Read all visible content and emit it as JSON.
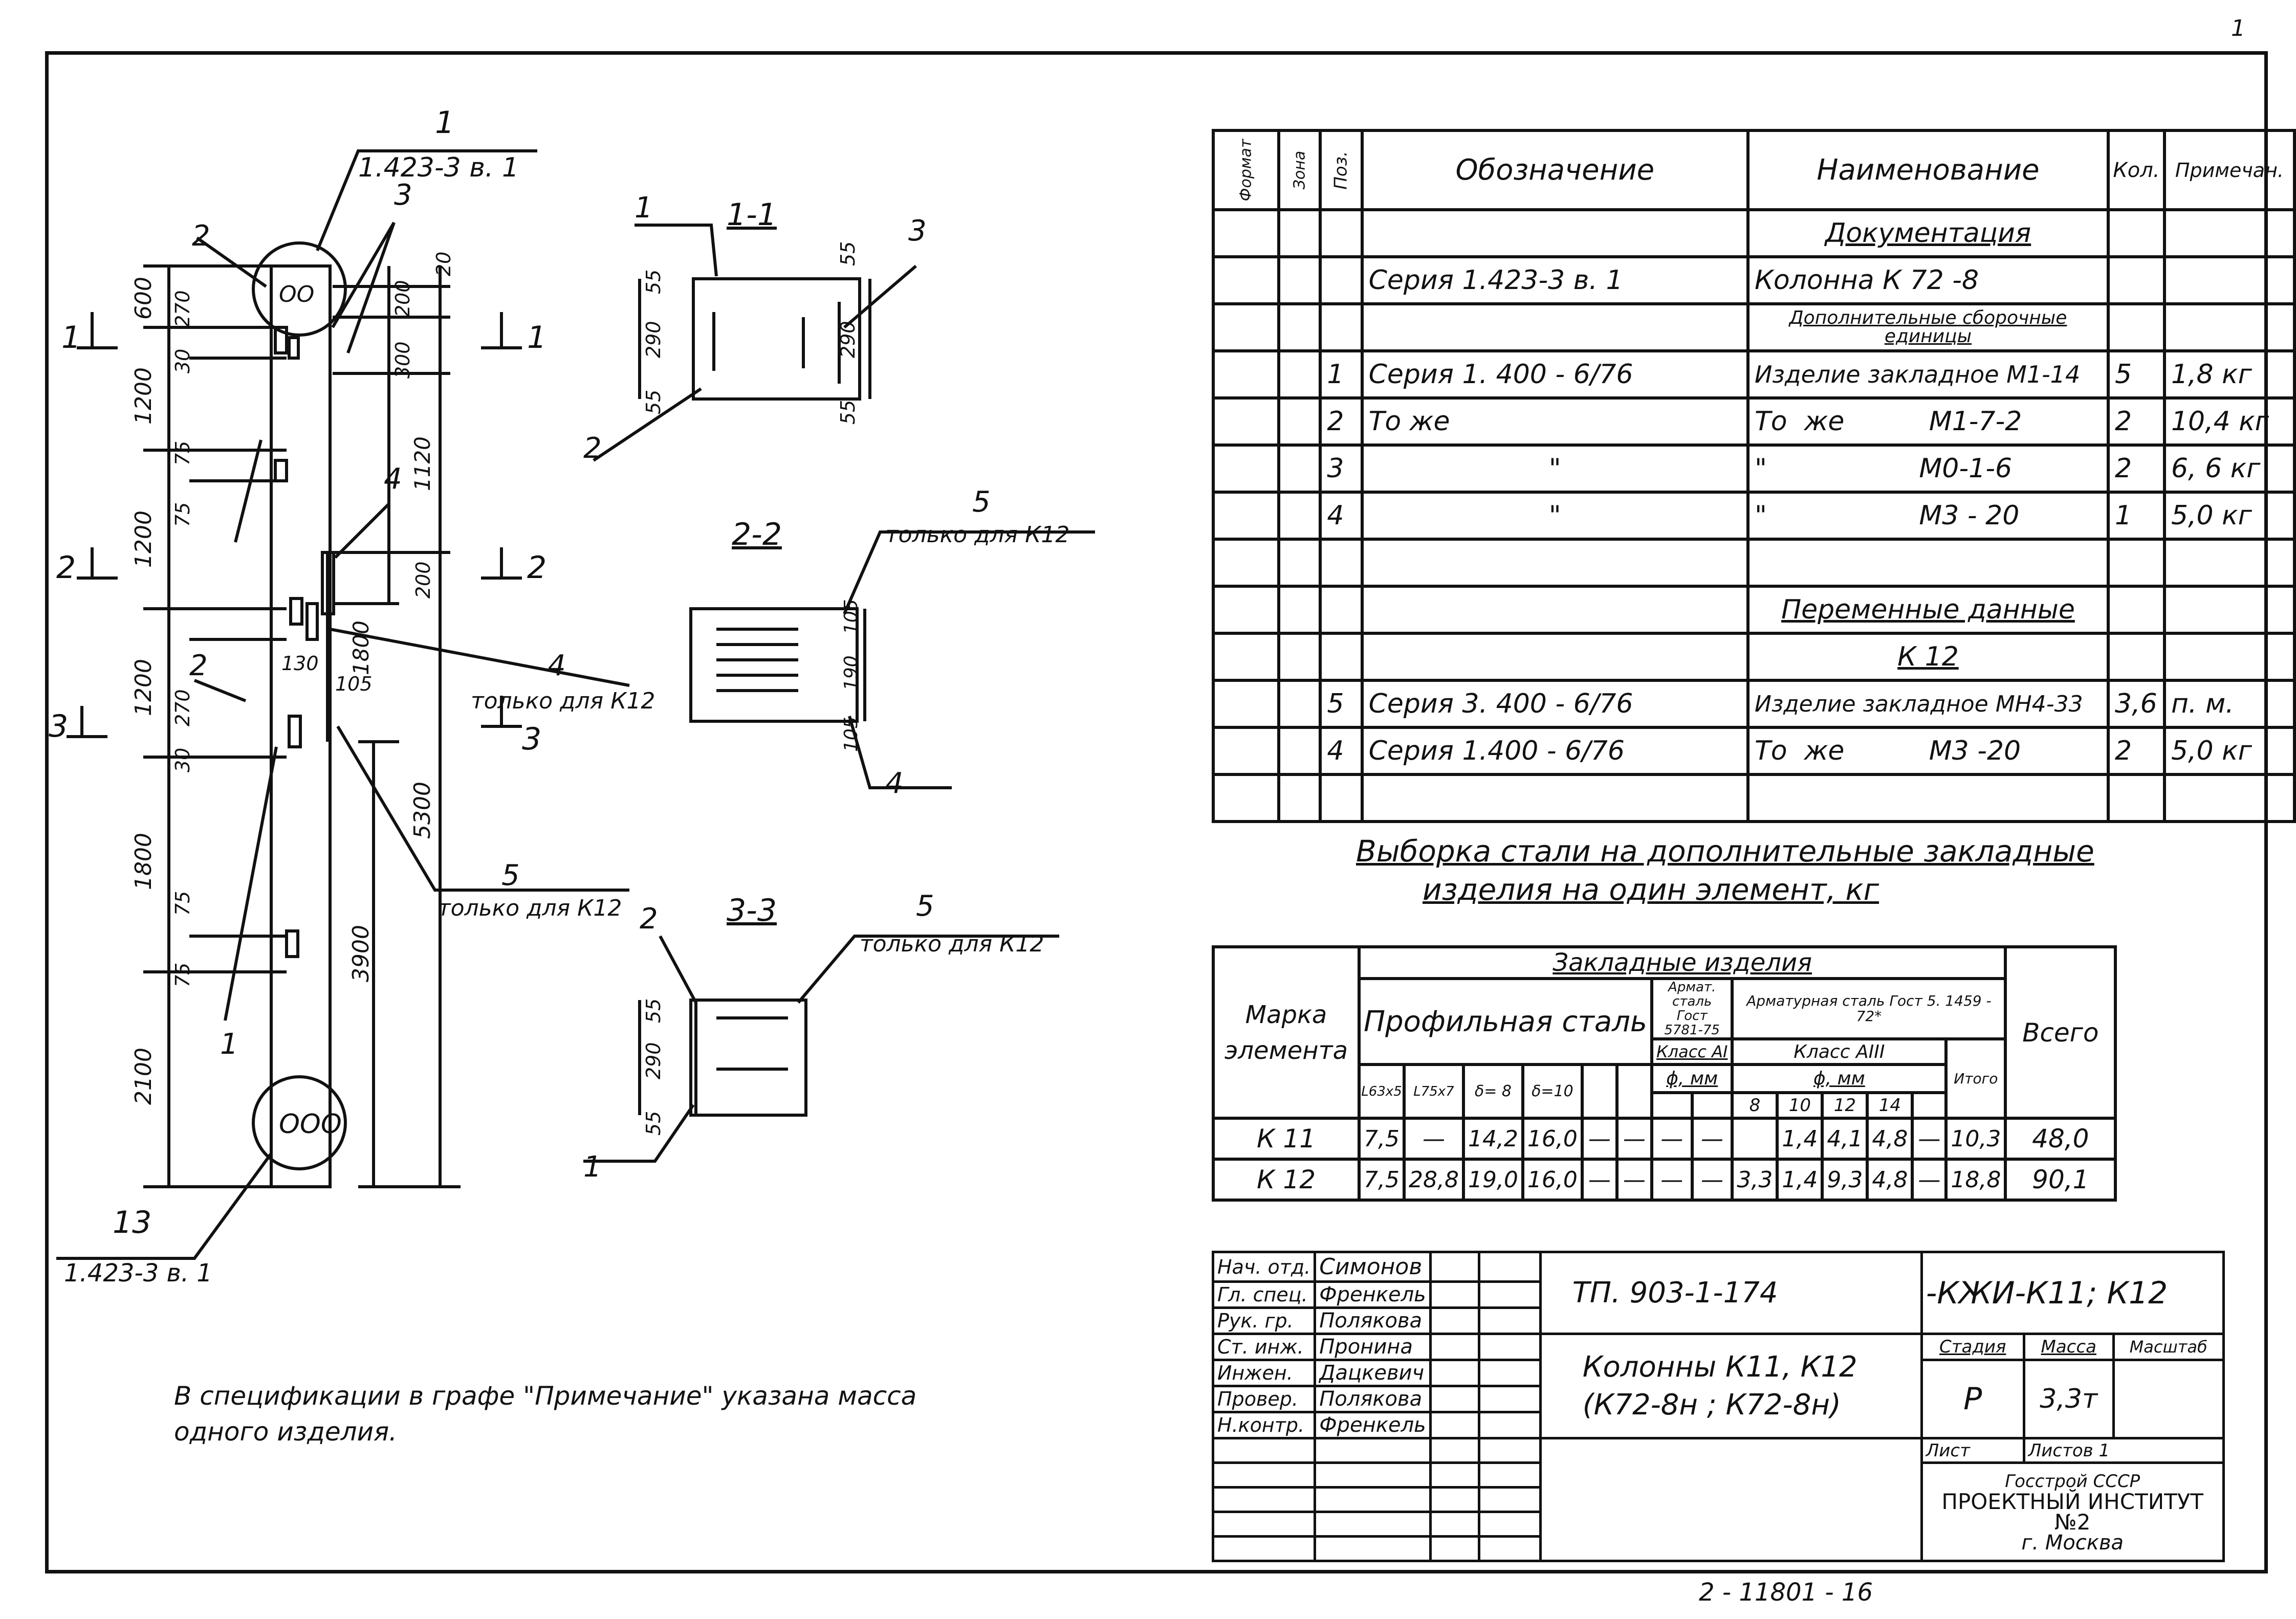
{
  "sheet": {
    "page_mark": "1"
  },
  "drawing": {
    "callout_1_num": "1",
    "callout_1_ref": "1.423-3  в. 1",
    "callout_13_num": "13",
    "callout_13_ref": "1.423-3 в. 1",
    "part_labels": {
      "p3": "3",
      "p2a": "2",
      "p2b": "2",
      "p1": "1",
      "p4": "4",
      "p5": "5"
    },
    "note_4_num": "4",
    "note_4_text": "только для К12",
    "note_5_num": "5",
    "note_5_text": "только для К12",
    "section_marks": [
      "1",
      "1",
      "2",
      "2",
      "3",
      "3"
    ],
    "dims_left": [
      "600",
      "1200",
      "1200",
      "1200",
      "1800",
      "2100"
    ],
    "dims_small": [
      "270",
      "30",
      "75",
      "75",
      "270",
      "30",
      "75",
      "75"
    ],
    "dims_right": [
      "20",
      "200",
      "300",
      "1120",
      "200",
      "1800",
      "5300",
      "3900"
    ],
    "dims_mid": [
      "130",
      "105"
    ],
    "sections": {
      "s11": {
        "title": "1-1",
        "label_top": "1",
        "label_right": "3",
        "label_bottom": "2",
        "d1": "55",
        "d2": "290",
        "d3": "55"
      },
      "s22": {
        "title": "2-2",
        "label_top": "5",
        "note": "только для К12",
        "label_bottom": "4",
        "d1": "105",
        "d2": "190",
        "d3": "105"
      },
      "s33": {
        "title": "3-3",
        "label_top": "5",
        "note": "только для К12",
        "label_left": "2",
        "label_bottom": "1",
        "d1": "55",
        "d2": "290",
        "d3": "55"
      }
    }
  },
  "spec_table": {
    "headers": {
      "format": "Формат",
      "zone": "Зона",
      "pos": "Поз.",
      "designation": "Обозначение",
      "name": "Наименование",
      "qty": "Кол.",
      "note": "Примечан."
    },
    "rows": [
      {
        "pos": "",
        "designation": "",
        "name": "Документация",
        "qty": "",
        "note": "",
        "style": "heading"
      },
      {
        "pos": "",
        "designation": "Серия 1.423-3  в. 1",
        "name": "Колонна  К 72 -8",
        "qty": "",
        "note": ""
      },
      {
        "pos": "",
        "designation": "",
        "name": "Дополнительные сборочные единицы",
        "qty": "",
        "note": "",
        "style": "heading-small"
      },
      {
        "pos": "1",
        "designation": "Серия 1. 400 - 6/76",
        "name": "Изделие закладное М1-14",
        "qty": "5",
        "note": "1,8 кг"
      },
      {
        "pos": "2",
        "designation": "То   же",
        "name": "То  же          М1-7-2",
        "qty": "2",
        "note": "10,4 кг"
      },
      {
        "pos": "3",
        "designation": "\"",
        "name": "\"                  М0-1-6",
        "qty": "2",
        "note": "6, 6 кг"
      },
      {
        "pos": "4",
        "designation": "\"",
        "name": "\"                  М3 - 20",
        "qty": "1",
        "note": "5,0 кг"
      },
      {
        "pos": "",
        "designation": "",
        "name": "",
        "qty": "",
        "note": ""
      },
      {
        "pos": "",
        "designation": "",
        "name": "Переменные данные",
        "qty": "",
        "note": "",
        "style": "heading"
      },
      {
        "pos": "",
        "designation": "",
        "name": "К 12",
        "qty": "",
        "note": "",
        "style": "heading"
      },
      {
        "pos": "5",
        "designation": "Серия 3. 400 - 6/76",
        "name": "Изделие закладное МН4-33",
        "qty": "3,6",
        "note": "п. м."
      },
      {
        "pos": "4",
        "designation": "Серия 1.400 - 6/76",
        "name": "То  же          М3 -20",
        "qty": "2",
        "note": "5,0 кг"
      },
      {
        "pos": "",
        "designation": "",
        "name": "",
        "qty": "",
        "note": ""
      }
    ]
  },
  "steel_title_line1": "Выборка стали на дополнительные закладные",
  "steel_title_line2": "изделия на один элемент,  кг",
  "steel_table": {
    "h_mark": "Марка элемента",
    "h_embedded": "Закладные  изделия",
    "h_profile": "Профильная сталь",
    "h_armat": "Армат. сталь Гост 5781-75",
    "h_armat2": "Арматурная  сталь Гост 5. 1459 - 72*",
    "h_classA1": "Класс АI",
    "h_classA3": "Класс АIII",
    "h_phi1": "ϕ, мм",
    "h_phi2": "ϕ,  мм",
    "h_total_sub": "Итого",
    "h_total": "Всего",
    "sub_profile": [
      "L63х5",
      "L75х7",
      "δ= 8",
      "δ=10",
      "",
      ""
    ],
    "sub_diam": [
      "8",
      "10",
      "12",
      "14"
    ],
    "rows": [
      {
        "mark": "К 11",
        "cells": [
          "7,5",
          "—",
          "14,2",
          "16,0",
          "—",
          "—",
          "—",
          "—",
          "",
          "1,4",
          "4,1",
          "4,8",
          "—",
          "10,3",
          "48,0"
        ]
      },
      {
        "mark": "К 12",
        "cells": [
          "7,5",
          "28,8",
          "19,0",
          "16,0",
          "—",
          "—",
          "—",
          "—",
          "3,3",
          "1,4",
          "9,3",
          "4,8",
          "—",
          "18,8",
          "90,1"
        ]
      }
    ]
  },
  "title_block": {
    "roles": [
      "Нач. отд.",
      "Гл. спец.",
      "Рук. гр.",
      "Ст. инж.",
      "Инжен.",
      "Провер.",
      "Н.контр."
    ],
    "names": [
      "Симонов",
      "Френкель",
      "Полякова",
      "Пронина",
      "Дацкевич",
      "Полякова",
      "Френкель"
    ],
    "project_code": "ТП. 903-1-174",
    "doc_code": "-КЖИ-К11; К12",
    "object_name_line1": "Колонны  К11, К12",
    "object_name_line2": "(К72-8н ;  К72-8н)",
    "stage_label": "Стадия",
    "mass_label": "Масса",
    "scale_label": "Масштаб",
    "stage": "Р",
    "mass": "3,3т",
    "scale": "",
    "sheet_label": "Лист",
    "sheets_label": "Листов 1",
    "org_line1": "Госстрой  СССР",
    "org_line2": "ПРОЕКТНЫЙ ИНСТИТУТ №2",
    "org_line3": "г. Москва"
  },
  "footnote_line1": "В спецификации в графе \"Примечание\" указана масса",
  "footnote_line2": "одного изделия.",
  "bottom_stamp": "2 - 11801 - 16"
}
